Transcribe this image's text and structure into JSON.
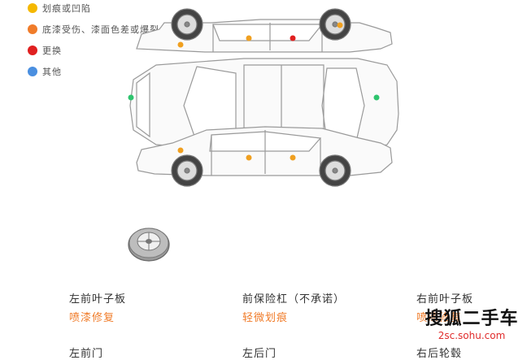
{
  "legend": [
    {
      "label": "划痕或凹陷",
      "color": "#f5b800"
    },
    {
      "label": "底漆受伤、漆面色差或爆裂、脱落",
      "color": "#f07c2a"
    },
    {
      "label": "更换",
      "color": "#e02020"
    },
    {
      "label": "其他",
      "color": "#4a8fe0"
    }
  ],
  "markers": {
    "orange": "#f0a020",
    "red": "#e02020",
    "green": "#2ec46e"
  },
  "parts": [
    {
      "name": "左前叶子板",
      "status": "喷漆修复"
    },
    {
      "name": "前保险杠（不承诺）",
      "status": "轻微划痕"
    },
    {
      "name": "右前叶子板",
      "status": "喷漆修复"
    },
    {
      "name": "左前门",
      "status": ""
    },
    {
      "name": "左后门",
      "status": ""
    },
    {
      "name": "右后轮毂",
      "status": ""
    }
  ],
  "logo": {
    "main": "搜狐二手车",
    "sub": "2sc.sohu.com"
  }
}
